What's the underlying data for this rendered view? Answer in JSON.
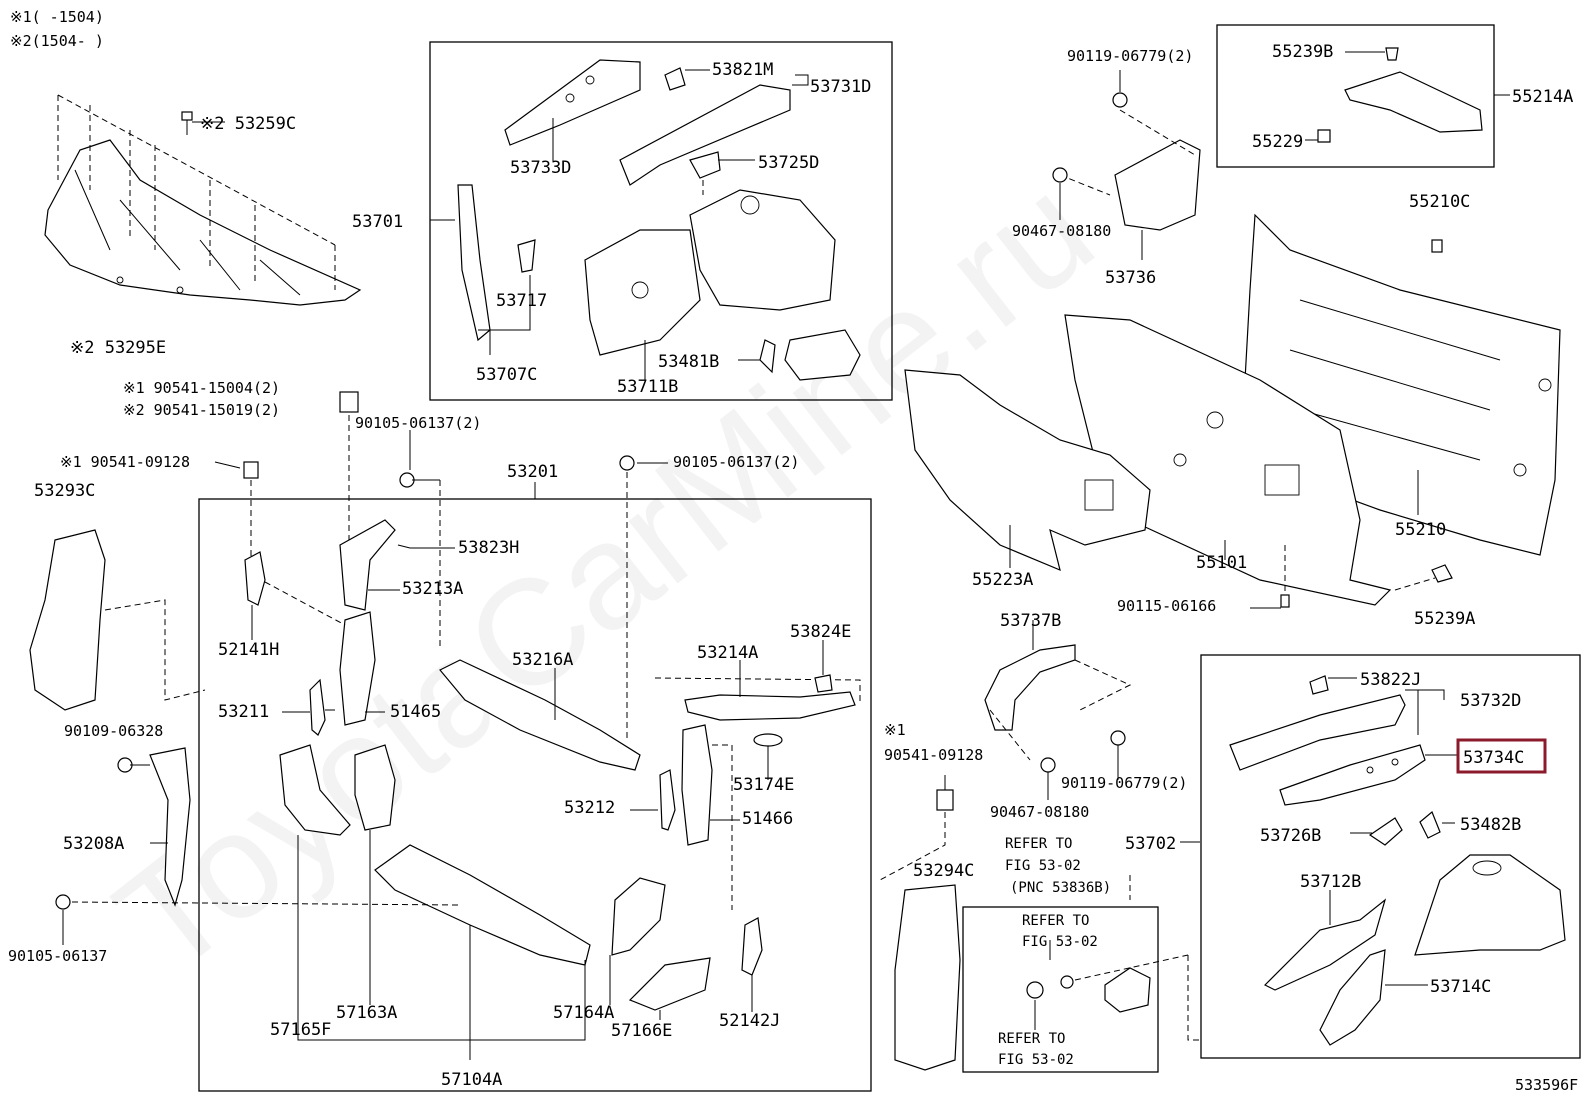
{
  "notes": {
    "note1": "※1(    -1504)",
    "note2": "※2(1504-    )"
  },
  "watermark": "ToyotaCarMine.ru",
  "figure_code": "533596F",
  "labels": {
    "p53259C": "※2 53259C",
    "p53295E": "※2 53295E",
    "p53821M": "53821M",
    "p53731D": "53731D",
    "p53733D": "53733D",
    "p53725D": "53725D",
    "p53701": "53701",
    "p53717": "53717",
    "p53707C": "53707C",
    "p53711B": "53711B",
    "p53481B": "53481B",
    "p90119a": "90119-06779(2)",
    "p90467a": "90467-08180",
    "p53736": "53736",
    "p55239B": "55239B",
    "p55229": "55229",
    "p55214A": "55214A",
    "p55210C": "55210C",
    "p55210": "55210",
    "p55101": "55101",
    "p55223A": "55223A",
    "p90115": "90115-06166",
    "p55239A": "55239A",
    "p90541a1": "※1 90541-15004(2)",
    "p90541a2": "※2 90541-15019(2)",
    "p90105a": "90105-06137(2)",
    "p90105b": "90105-06137(2)",
    "p53201": "53201",
    "p90541b": "※1 90541-09128",
    "p53293C": "53293C",
    "p53823H": "53823H",
    "p53213A": "53213A",
    "p52141H": "52141H",
    "p53216A": "53216A",
    "p53214A": "53214A",
    "p53824E": "53824E",
    "p53211": "53211",
    "p51465": "51465",
    "p90109": "90109-06328",
    "p53208A": "53208A",
    "p90105c": "90105-06137",
    "p53174E": "53174E",
    "p53212": "53212",
    "p51466": "51466",
    "p57163A": "57163A",
    "p57165F": "57165F",
    "p57164A": "57164A",
    "p57166E": "57166E",
    "p52142J": "52142J",
    "p57104A": "57104A",
    "p53737B": "53737B",
    "p90541c_mark": "※1",
    "p90541c": "90541-09128",
    "p90119b": "90119-06779(2)",
    "p90467b": "90467-08180",
    "p53294C": "53294C",
    "ref1a": "REFER TO",
    "ref1b": "FIG 53-02",
    "ref1c": "(PNC 53836B)",
    "ref2a": "REFER TO",
    "ref2b": "FIG 53-02",
    "ref3a": "REFER TO",
    "ref3b": "FIG 53-02",
    "p53822J": "53822J",
    "p53732D": "53732D",
    "p53734C": "53734C",
    "p53702": "53702",
    "p53726B": "53726B",
    "p53482B": "53482B",
    "p53712B": "53712B",
    "p53714C": "53714C"
  },
  "highlight_color": "#8b1a2b"
}
